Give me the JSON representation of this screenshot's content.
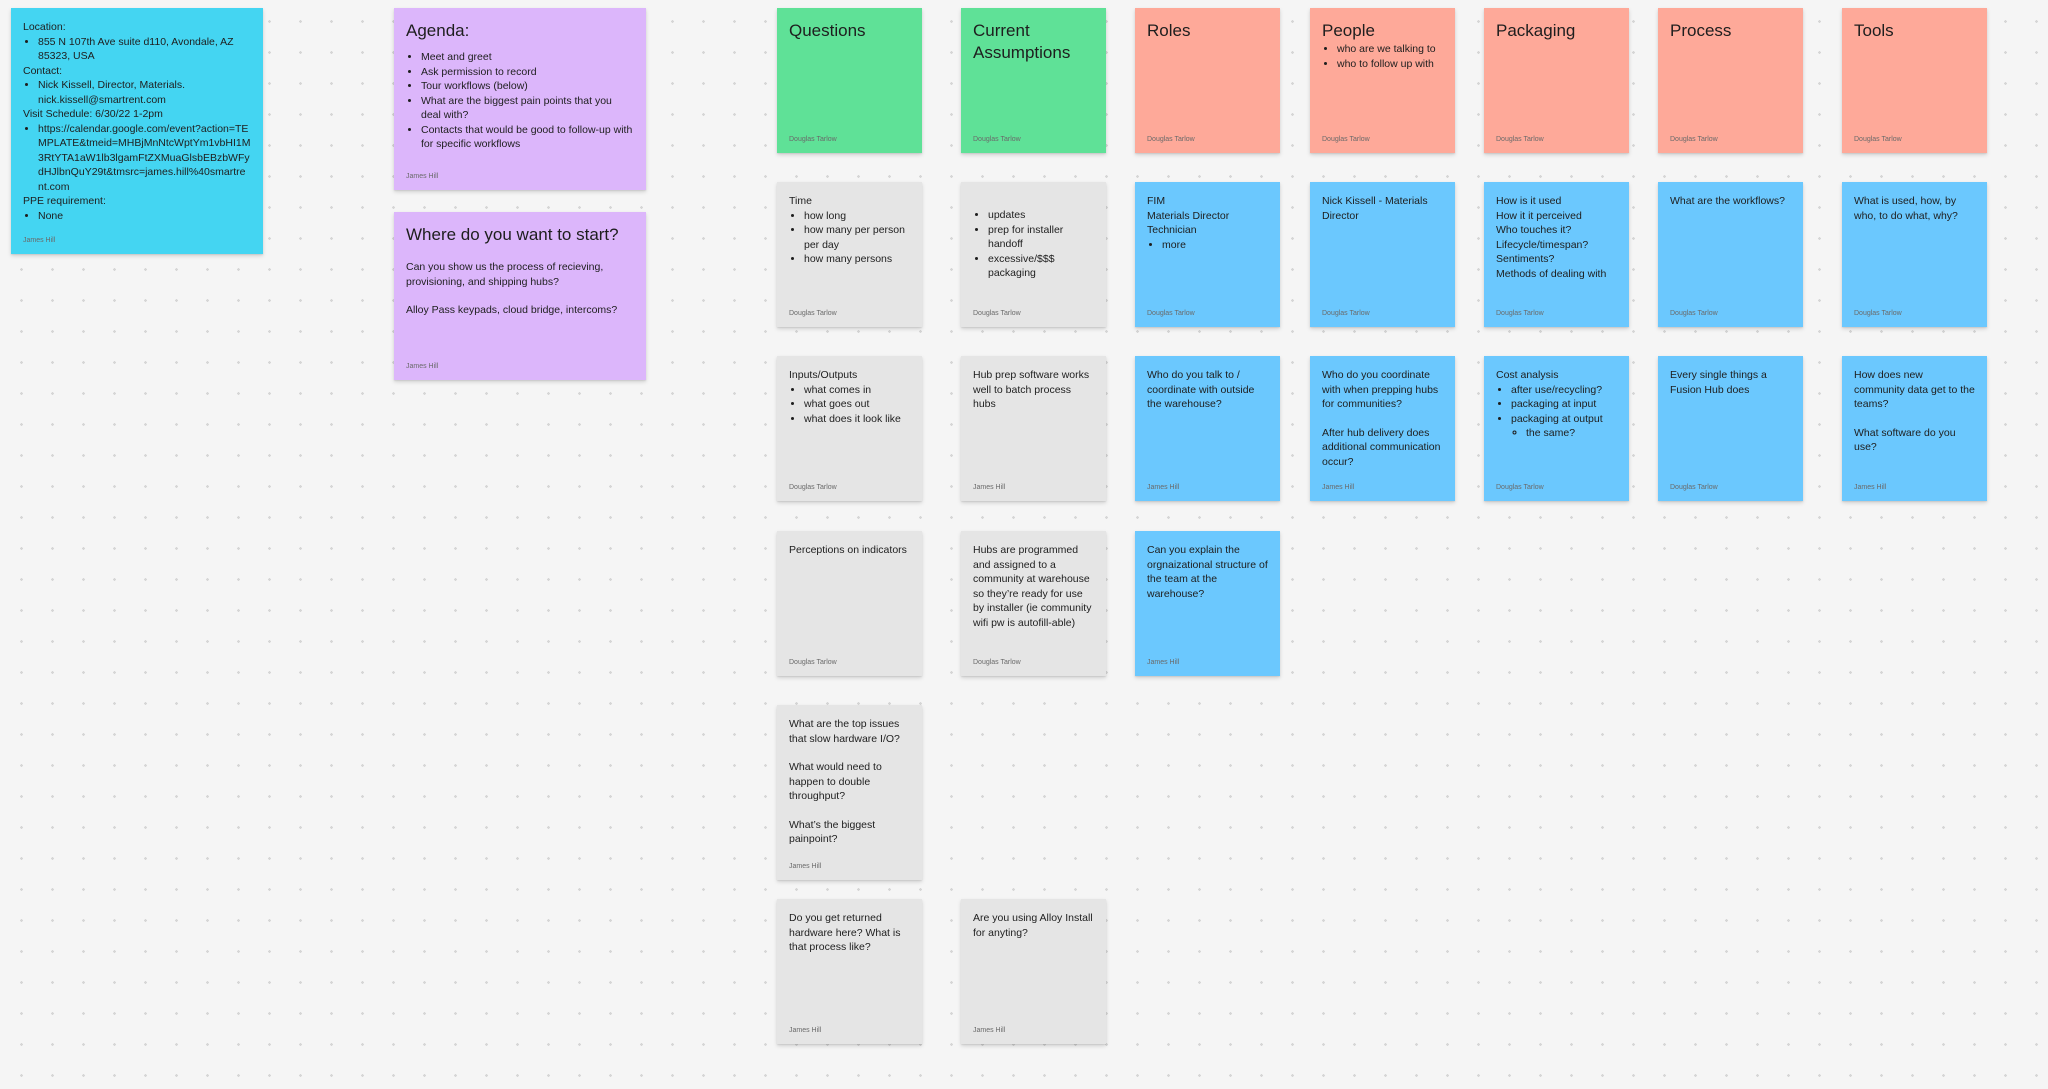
{
  "canvas": {
    "background": "#f5f5f5",
    "dot_color": "#d6d6d6"
  },
  "colors": {
    "cyan": "#44d5f2",
    "purple": "#dcb6fb",
    "green": "#5fe197",
    "salmon": "#fea999",
    "gray": "#e5e5e5",
    "blue": "#6bc8fe"
  },
  "info_note": {
    "location_label": "Location:",
    "location": "855 N 107th Ave suite d110, Avondale, AZ 85323, USA",
    "contact_label": "Contact:",
    "contact": "Nick Kissell, Director, Materials. nick.kissell@smartrent.com",
    "visit_label": "Visit Schedule: 6/30/22 1-2pm",
    "calendar_url": "https://calendar.google.com/event?action=TEMPLATE&tmeid=MHBjMnNtcWptYm1vbHI1M3RtYTA1aW1lb3lgamFtZXMuaGlsbEBzbWFydHJlbnQuY29t&tmsrc=james.hill%40smartrent.com",
    "ppe_label": "PPE requirement:",
    "ppe": "None",
    "author": "James Hill"
  },
  "agenda": {
    "title": "Agenda:",
    "items": [
      "Meet and greet",
      "Ask permission to record",
      "Tour workflows (below)",
      "What are the biggest pain points that you deal with?",
      "Contacts that would be good to follow-up with for specific workflows"
    ],
    "author": "James Hill"
  },
  "start": {
    "title": "Where do you want to start?",
    "line1": "Can you show us the process of recieving, provisioning, and shipping hubs?",
    "line2": "Alloy Pass keypads, cloud bridge, intercoms?",
    "author": "James Hill"
  },
  "headers": {
    "questions": {
      "title": "Questions",
      "author": "Douglas Tarlow"
    },
    "assumptions": {
      "title": "Current Assumptions",
      "author": "Douglas Tarlow"
    },
    "roles": {
      "title": "Roles",
      "author": "Douglas Tarlow"
    },
    "people": {
      "title": "People",
      "bullets": [
        "who are we talking to",
        "who to follow up with"
      ],
      "author": "Douglas Tarlow"
    },
    "packaging": {
      "title": "Packaging",
      "author": "Douglas Tarlow"
    },
    "process": {
      "title": "Process",
      "author": "Douglas Tarlow"
    },
    "tools": {
      "title": "Tools",
      "author": "Douglas Tarlow"
    }
  },
  "notes": {
    "q_time": {
      "text": "Time",
      "bullets": [
        "how long",
        "how many per person per day",
        "how many persons"
      ],
      "author": "Douglas Tarlow"
    },
    "q_io": {
      "text": "Inputs/Outputs",
      "bullets": [
        "what comes in",
        "what goes out",
        "what does it look like"
      ],
      "author": "Douglas Tarlow"
    },
    "q_perceptions": {
      "text": "Perceptions on indicators",
      "author": "Douglas Tarlow"
    },
    "q_issues": {
      "p1": "What are the top issues that slow hardware I/O?",
      "p2": "What would need to happen to double throughput?",
      "p3": "What’s the biggest painpoint?",
      "author": "James Hill"
    },
    "q_returned": {
      "text": "Do you get returned hardware here? What is that process like?",
      "author": "James Hill"
    },
    "a_updates": {
      "bullets": [
        "updates",
        "prep for installer handoff",
        "excessive/$$$ packaging"
      ],
      "author": "Douglas Tarlow"
    },
    "a_hub_prep": {
      "text": "Hub prep software works well to batch process hubs",
      "author": "James Hill"
    },
    "a_programmed": {
      "text": "Hubs are programmed and assigned to a community at warehouse so they’re ready for use by installer (ie community wifi pw is autofill-able)",
      "author": "Douglas Tarlow"
    },
    "a_alloy": {
      "text": "Are you using Alloy Install for anyting?",
      "author": "James Hill"
    },
    "r_fim": {
      "lines": [
        "FIM",
        "Materials Director",
        "Technician"
      ],
      "bullets": [
        "more"
      ],
      "author": "Douglas Tarlow"
    },
    "r_talk": {
      "text": "Who do you talk to / coordinate with outside the warehouse?",
      "author": "James Hill"
    },
    "r_org": {
      "text": "Can you explain the orgnaizational structure of the team at the warehouse?",
      "author": "James Hill"
    },
    "p_nick": {
      "text": "Nick Kissell - Materials Director",
      "author": "Douglas Tarlow"
    },
    "p_coord": {
      "p1": "Who do you coordinate with when prepping hubs for communities?",
      "p2": "After hub delivery does additional communication occur?",
      "author": "James Hill"
    },
    "pk_used": {
      "lines": [
        "How is it used",
        "How it it perceived",
        "Who touches it?",
        "Lifecycle/timespan?",
        "Sentiments?",
        "Methods of dealing with"
      ],
      "author": "Douglas Tarlow"
    },
    "pk_cost": {
      "text": "Cost analysis",
      "bullets": [
        "after use/recycling?",
        "packaging at input",
        "packaging at output"
      ],
      "sub": [
        "the same?"
      ],
      "author": "Douglas Tarlow"
    },
    "pr_workflows": {
      "text": "What are the workflows?",
      "author": "Douglas Tarlow"
    },
    "pr_every": {
      "text": "Every single things a Fusion Hub does",
      "author": "Douglas Tarlow"
    },
    "t_used": {
      "text": "What is used, how, by who, to do what, why?",
      "author": "Douglas Tarlow"
    },
    "t_data": {
      "p1": "How does new community data get to the teams?",
      "p2": "What software do you use?",
      "author": "James Hill"
    }
  }
}
